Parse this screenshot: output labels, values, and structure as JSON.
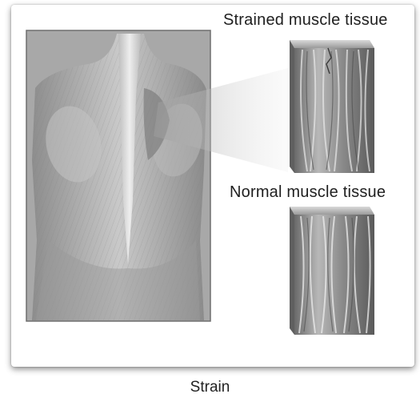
{
  "labels": {
    "strained": "Strained muscle tissue",
    "normal": "Normal muscle tissue"
  },
  "caption": "Strain",
  "colors": {
    "frame_bg": "#ffffff",
    "figure_grey": "#9a9a9a",
    "text": "#1f1f1f"
  }
}
